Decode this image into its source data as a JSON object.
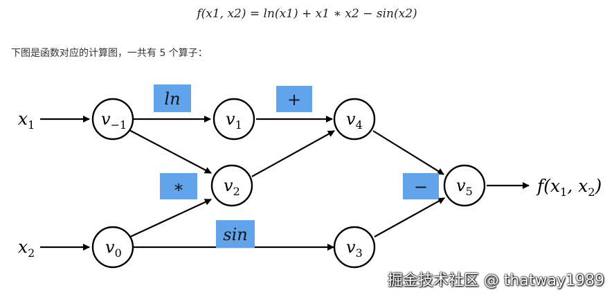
{
  "formula": "f(x1, x2) = ln(x1) + x1 ∗ x2 − sin(x2)",
  "intro_text": "下图是函数对应的计算图，一共有 5 个算子：",
  "watermark": "掘金技术社区 @ thatway1989",
  "diagram": {
    "inputs": [
      {
        "id": "x1",
        "base": "x",
        "sub": "1"
      },
      {
        "id": "x2",
        "base": "x",
        "sub": "2"
      }
    ],
    "nodes": [
      {
        "id": "v-1",
        "base": "v",
        "sub": "−1"
      },
      {
        "id": "v0",
        "base": "v",
        "sub": "0"
      },
      {
        "id": "v1",
        "base": "v",
        "sub": "1"
      },
      {
        "id": "v2",
        "base": "v",
        "sub": "2"
      },
      {
        "id": "v3",
        "base": "v",
        "sub": "3"
      },
      {
        "id": "v4",
        "base": "v",
        "sub": "4"
      },
      {
        "id": "v5",
        "base": "v",
        "sub": "5"
      }
    ],
    "operators": [
      {
        "id": "ln",
        "label": "ln"
      },
      {
        "id": "plus",
        "label": "+"
      },
      {
        "id": "mul",
        "label": "∗"
      },
      {
        "id": "sin",
        "label": "sin"
      },
      {
        "id": "minus",
        "label": "−"
      }
    ],
    "output": {
      "func": "f",
      "open": "(",
      "arg1_base": "x",
      "arg1_sub": "1",
      "comma": ", ",
      "arg2_base": "x",
      "arg2_sub": "2",
      "close": ")"
    },
    "edges": [
      [
        "x1",
        "v-1"
      ],
      [
        "x2",
        "v0"
      ],
      [
        "v-1",
        "v1"
      ],
      [
        "v-1",
        "v2"
      ],
      [
        "v0",
        "v2"
      ],
      [
        "v0",
        "v3"
      ],
      [
        "v1",
        "v4"
      ],
      [
        "v2",
        "v4"
      ],
      [
        "v4",
        "v5"
      ],
      [
        "v3",
        "v5"
      ],
      [
        "v5",
        "out"
      ]
    ]
  }
}
